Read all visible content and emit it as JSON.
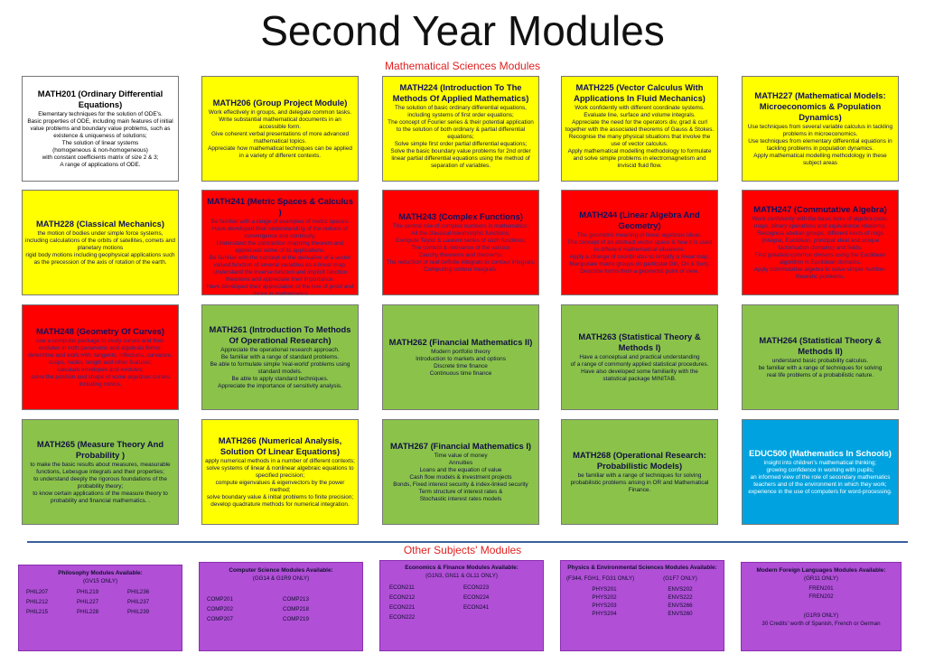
{
  "header": {
    "title": "Second Year Modules",
    "subtitle": "Mathematical Sciences Modules"
  },
  "colors": {
    "yellow": "#ffff00",
    "red": "#ff0000",
    "green": "#8bc34a",
    "blue": "#00a3e0",
    "purple": "#b14fd6",
    "heading_red": "#e02020"
  },
  "modules": [
    {
      "title": "MATH201 (Ordinary Differential Equations)",
      "body": "Elementary techniques for the solution of ODE's.\nBasic properties of ODE, including main features of  initial value problems and boundary value problems, such as existence & uniqueness of solutions;\nThe solution of linear systems\n(homogeneous & non-homogeneous)\nwith constant coefficients matrix of size 2 & 3;\nA range of applications of ODE."
    },
    {
      "title": "MATH206 (Group Project Module)",
      "body": "Work effectively in groups, and delegate common tasks.\nWrite substantial mathematical documents in an accessible form.\nGive coherent verbal presentations of more advanced mathematical topics.\nAppreciate how mathematical techniques can be applied in a variety of different contexts."
    },
    {
      "title": "MATH224 (Introduction To The Methods Of Applied Mathematics)",
      "body": "The solution of basic ordinary differential equations, including systems of first order equations;\nThe concept of Fourier series & their potential application to the solution of both ordinary & partial differential equations;\nSolve simple first order partial differential equations;\nSolve the basic boundary value problems for 2nd order linear partial differential equations using the method of separation of variables."
    },
    {
      "title": "MATH225 (Vector Calculus With Applications In Fluid Mechanics)",
      "body": "Work confidently with different coordinate systems.\nEvaluate line, surface and volume integrals.\nAppreciate the need for the operators div, grad & curl together with the associated theorems of Gauss & Stokes.\nRecognise the many physical situations that involve the use of vector calculus.\nApply mathematical modelling methodology to formulate and solve simple problems in electromagnetism and inviscid fluid flow."
    },
    {
      "title": "MATH227 (Mathematical Models: Microeconomics & Population Dynamics)",
      "body": "Use techniques from several variable calculus in tackling problems in microeconomics.\nUse techniques from elementary differential equations in tackling problems in population dynamics.\nApply mathematical modelling methodology in these subject areas"
    },
    {
      "title": "MATH228 (Classical Mechanics)",
      "body": "the motion of bodies under simple force systems,\nincluding calculations of the orbits of satellites, comets and planetary motions\nrigid body motions including  geophysical applications such as the precession of the axis of rotation of the earth."
    },
    {
      "title": "MATH241 (Metric Spaces & Calculus )",
      "body": "Be familiar with a range of examples of metric spaces.\nHave developed their understanding of the notions of convergence and continuity.\nUnderstand the contraction mapping theorem and appreciate some of its applications.\nBe familiar with the concept of the derivative of a vector valued function of several variables as a linear map.\nUnderstand the inverse function and implicit function theorems and appreciate their importance.\nHave developed their appreciation of the role of proof and rigour in mathematics"
    },
    {
      "title": "MATH243 (Complex Functions)",
      "body": "The central role of complex numbers in mathematics;\nAll the classical holomorphic functions;\nCompute Taylor & Laurent series of such functions;\nThe content & relevance of the various\nCauchy theorems and theorems;\nThe reduction of real definite integrals to contour integrals;\nComputing contour integrals."
    },
    {
      "title": "MATH244 (Linear Algebra  And Geometry)",
      "body": "The geometric meaning of linear algebraic ideas.\nThe concept of an abstract vector space & how it is used in different mathematical situations.\nApply a change of coordinates to simplify a linear map.\nManipulate matrix groups (in particular Gln, On & Son).\nDescribe forms from a geometric point of view."
    },
    {
      "title": "MATH247 (Commutative Algebra)",
      "body": "Work confidently with the basic tools of algebra (sets, maps, binary operations and equivalence relations).\nRecognise abelian groups, different kinds of rings (integral, Euclidean, principal ideal and unique factorisation domains) and fields.\nFind greatest common divisors using the Euclidean algorithm in Euclidean domains.\nApply commutative algebra to solve simple number-theoretic problems."
    },
    {
      "title": "MATH248 (Geometry Of Curves)",
      "body": "use a computer package to study curves and their evolutes in both parametric and algebraic forms;\ndetermine and work with: tangents, inflexions, curvature, cusps, nodes, length and other features;\ncalculate envelopes and evolutes;\nsolve the position and shape of some algebraic curves including conics."
    },
    {
      "title": "MATH261 (Introduction To Methods Of Operational Research)",
      "body": "Appreciate the operational research approach.\nBe familiar with a range of standard problems.\nBe able to formulate simple  'real-world'  problems using standard models.\nBe able to apply standard techniques.\nAppreciate the importance of sensitivity analysis."
    },
    {
      "title": "MATH262 (Financial Mathematics II)",
      "body": "Modern portfolio theory\nIntroduction to markets and options\nDiscrete time finance\nContinuous time finance"
    },
    {
      "title": "MATH263 (Statistical Theory & Methods I)",
      "body": "Have a conceptual and practical understanding\nof a range of commonly applied statistical procedures.\nHave also developed some familiarity with the\nstatistical package MINITAB."
    },
    {
      "title": "MATH264 (Statistical Theory & Methods II)",
      "body": "understand basic probability calculus.\nbe familiar with a range of techniques for solving\nreal life problems of a probabilistic nature."
    },
    {
      "title": "MATH265 (Measure Theory And Probability )",
      "body": "to make the basic results about measures, measurable functions, Lebesgue integrals and their properties;\nto understand deeply the rigorous foundations of the probability theory;\nto know certain applications of the measure theory to probability and financial mathematics. ."
    },
    {
      "title": "MATH266 (Numerical Analysis, Solution Of Linear Equations)",
      "body": "apply numerical methods in a number of different contexts;\nsolve systems of linear & nonlinear algebraic equations to specified precision;\ncompute eigenvalues & eigenvectors by the power method;\nsolve boundary value & initial  problems to finite precision;\ndevelop quadrature methods for numerical integration."
    },
    {
      "title": "MATH267 (Financial Mathematics I)",
      "body": "Time value of money\nAnnuities\nLoans and the equation of value\nCash flow models & investment projects\nBonds, Fixed interest security & index-linked security\nTerm structure of interest rates &\nStochastic  interest rates models"
    },
    {
      "title": "MATH268 (Operational Research: Probabilistic Models)",
      "body": "be familiar with a range of techniques for solving probabilistic problems arising in OR and Mathematical Finance."
    },
    {
      "title": "EDUC500 (Mathematics  In Schools)",
      "body": "insight into children's mathematical thinking;\ngrowing confidence in working with pupils;\nan informed view of the role of secondary mathematics teachers and of the environment in which they work;\nexperience in the use of computers for word-processing."
    }
  ],
  "other": {
    "heading": "Other Subjects' Modules",
    "philosophy": {
      "title": "Philosophy  Modules Available:",
      "sub": "(GV15 ONLY)",
      "codes": [
        "PHIL207",
        "PHIL219",
        "PHIL236",
        "PHIL212",
        "PHIL227",
        "PHIL237",
        "PHIL215",
        "PHIL228",
        "PHIL239"
      ]
    },
    "computer": {
      "title": "Computer Science Modules Available:",
      "sub": "(GG14 & G1R9 ONLY)",
      "codes": [
        "COMP201",
        "COMP213",
        "COMP202",
        "COMP218",
        "COMP207",
        "COMP219"
      ]
    },
    "economics": {
      "title": "Economics  & Finance Modules Available:",
      "sub": "(G1N3, GN11 & GL11 ONLY)",
      "codes": [
        "ECON211",
        "ECON223",
        "ECON212",
        "ECON224",
        "ECON221",
        "ECON241",
        "ECON222"
      ]
    },
    "physics": {
      "title": "Physics & Environmental Sciences Modules Available:",
      "sub_left": "(F344, FGH1, FG31 ONLY)",
      "sub_right": "(G1F7 ONLY)",
      "left": [
        "PHYS201",
        "PHYS202",
        "PHYS203",
        "PHYS204"
      ],
      "right": [
        "ENVS202",
        "ENVS222",
        "ENVS266",
        "ENVS260"
      ]
    },
    "languages": {
      "title": "Modern Foreign Languages Modules Available:",
      "sub": "(GR11 ONLY)",
      "codes": [
        "FREN201",
        "FREN202"
      ],
      "sub2": "(G1R9 ONLY)",
      "note": "30 Credits' worth of Spanish, French or German"
    }
  }
}
